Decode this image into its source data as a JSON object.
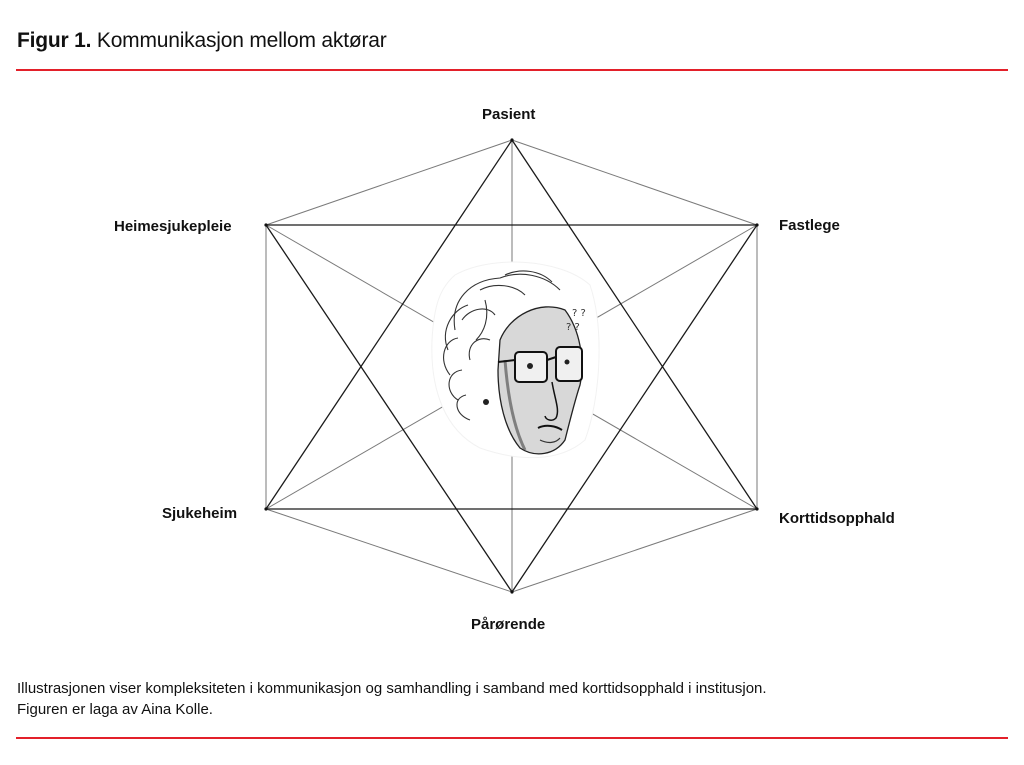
{
  "figure": {
    "lead": "Figur 1.",
    "title": "Kommunikasjon mellom aktørar",
    "accent_color": "#e3202a"
  },
  "diagram": {
    "center": {
      "image": "portrait-sketch-elderly-person-with-glasses",
      "question_marks": "? ? ?"
    },
    "nodes": [
      {
        "id": "pasient",
        "label": "Pasient"
      },
      {
        "id": "fastlege",
        "label": "Fastlege"
      },
      {
        "id": "korttidsopphald",
        "label": "Korttidsopphald"
      },
      {
        "id": "parorende",
        "label": "Pårørende"
      },
      {
        "id": "sjukeheim",
        "label": "Sjukeheim"
      },
      {
        "id": "heimesjukepleie",
        "label": "Heimesjukepleie"
      }
    ],
    "connections": "all-to-all (complete graph of 6 actors)"
  },
  "caption": {
    "line1": "Illustrasjonen viser kompleksiteten i kommunikasjon og samhandling i samband med korttidsopphald i institusjon.",
    "line2": "Figuren er laga av Aina Kolle."
  }
}
